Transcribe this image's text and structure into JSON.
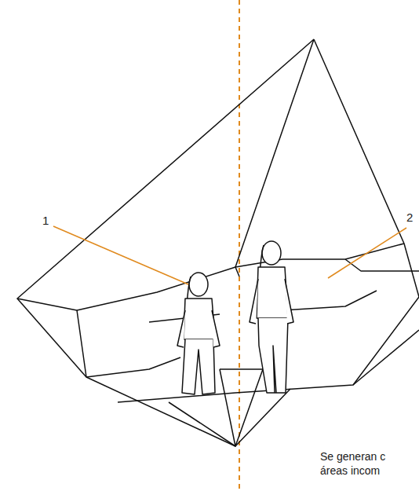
{
  "diagram": {
    "labels": [
      "1",
      "2",
      "Se generan c áreas incom"
    ]
  }
}
